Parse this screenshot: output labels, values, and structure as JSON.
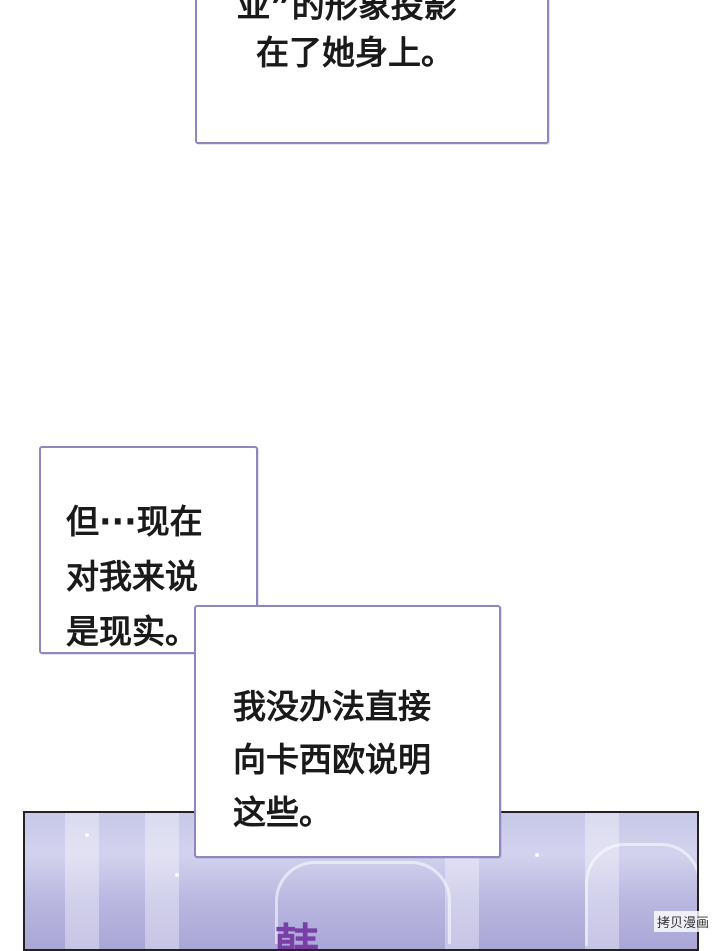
{
  "panels": {
    "top_bubble": {
      "line1": "亚”的形象投影",
      "line2": "在了她身上。"
    },
    "bubble_a": {
      "text": "但···现在\n对我来说\n是现实。"
    },
    "bubble_b": {
      "text": "我没办法直接\n向卡西欧说明\n这些。"
    },
    "scene": {
      "partial_glyph": "韩"
    }
  },
  "watermark": "拷贝漫画",
  "colors": {
    "bubble_border": "#8d86bf",
    "scene_tint": "#b9b7e0",
    "glyph": "#7a3fa6"
  }
}
